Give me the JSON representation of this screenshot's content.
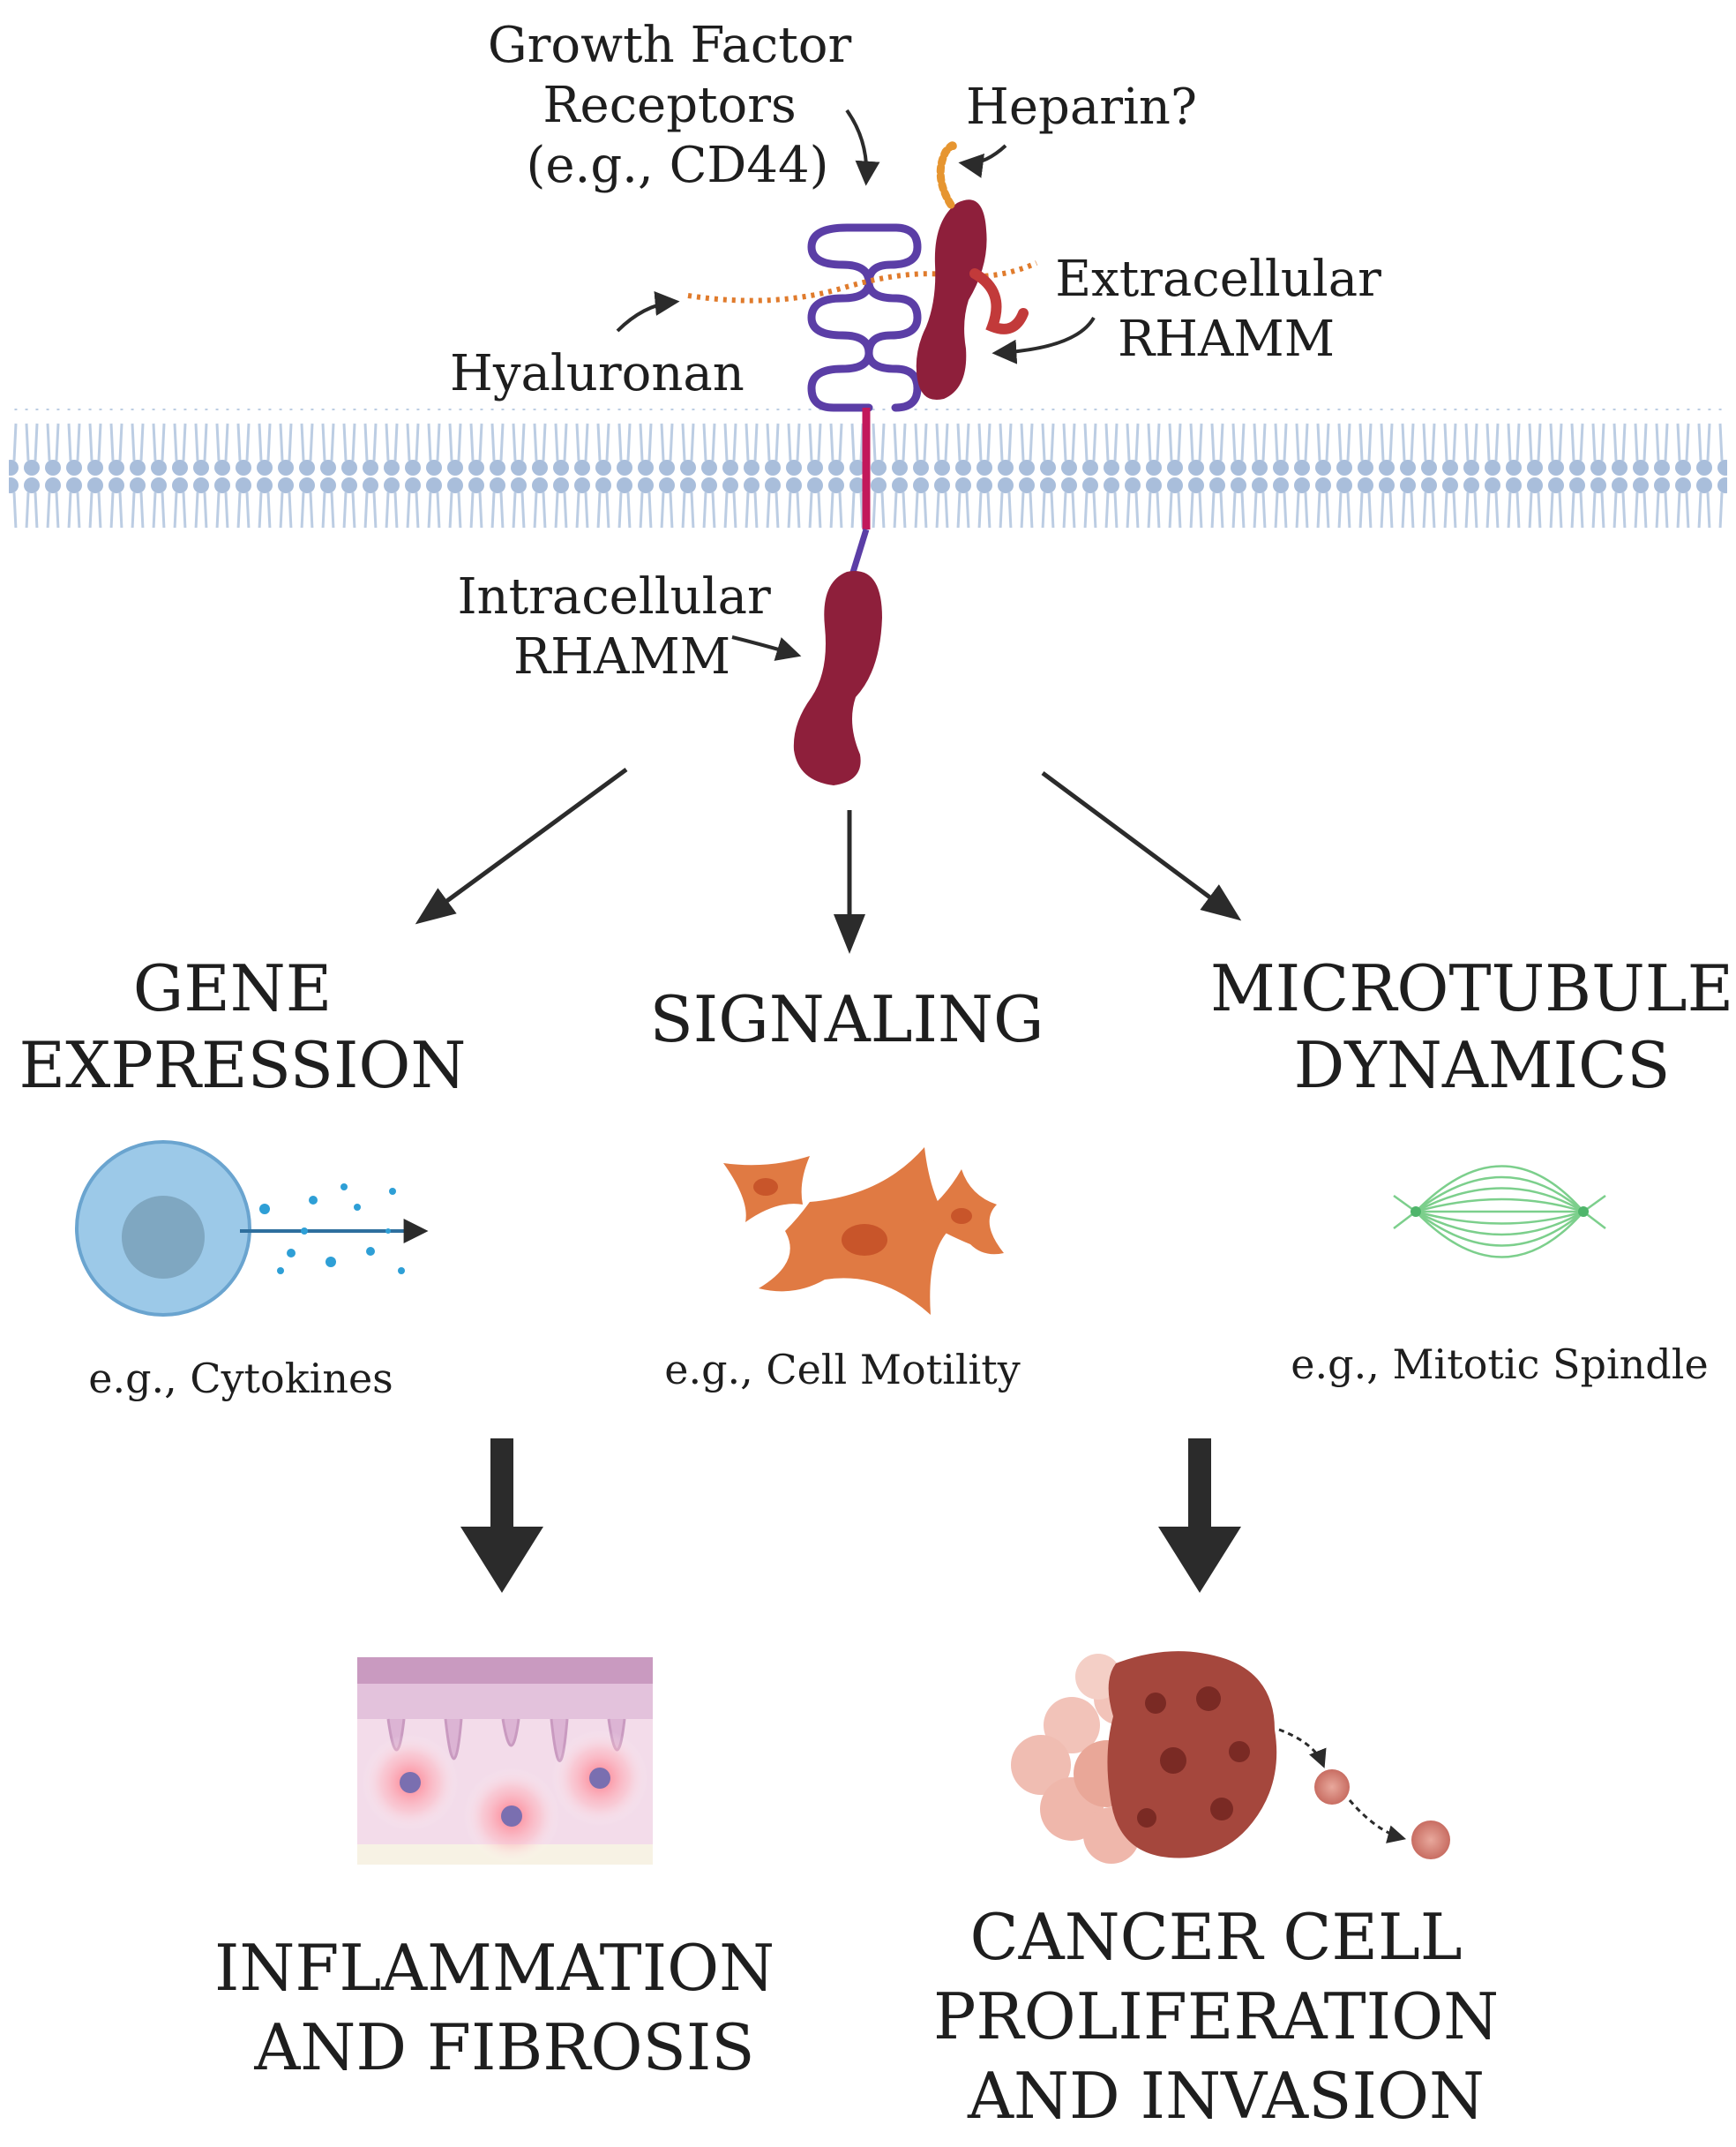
{
  "labels": {
    "growth_factor": [
      "Growth Factor",
      "Receptors",
      "(e.g., CD44)"
    ],
    "heparin": "Heparin?",
    "extracellular": [
      "Extracellular",
      "RHAMM"
    ],
    "hyaluronan": "Hyaluronan",
    "intracellular": [
      "Intracellular",
      "RHAMM"
    ]
  },
  "branches": [
    {
      "title": [
        "GENE",
        "EXPRESSION"
      ],
      "example": "e.g., Cytokines"
    },
    {
      "title": [
        "SIGNALING"
      ],
      "example": "e.g., Cell Motility"
    },
    {
      "title": [
        "MICROTUBULE",
        "DYNAMICS"
      ],
      "example": "e.g., Mitotic Spindle"
    }
  ],
  "outcomes": [
    {
      "title": [
        "INFLAMMATION",
        "AND FIBROSIS"
      ]
    },
    {
      "title": [
        "CANCER CELL",
        "PROLIFERATION",
        "AND INVASION"
      ]
    }
  ],
  "colors": {
    "membrane": "#a9bedb",
    "rhamm": "#8e1f3b",
    "receptor": "#5b3ea6",
    "hyaluronan": "#e07b2c",
    "cytokine_cell": "#9cc9e8",
    "cytokine_dot": "#2e9fd6",
    "motile_cell": "#e07a43",
    "spindle": "#7ccf8c",
    "tumor": "#9c3b32",
    "arrow": "#2b2b2b"
  }
}
